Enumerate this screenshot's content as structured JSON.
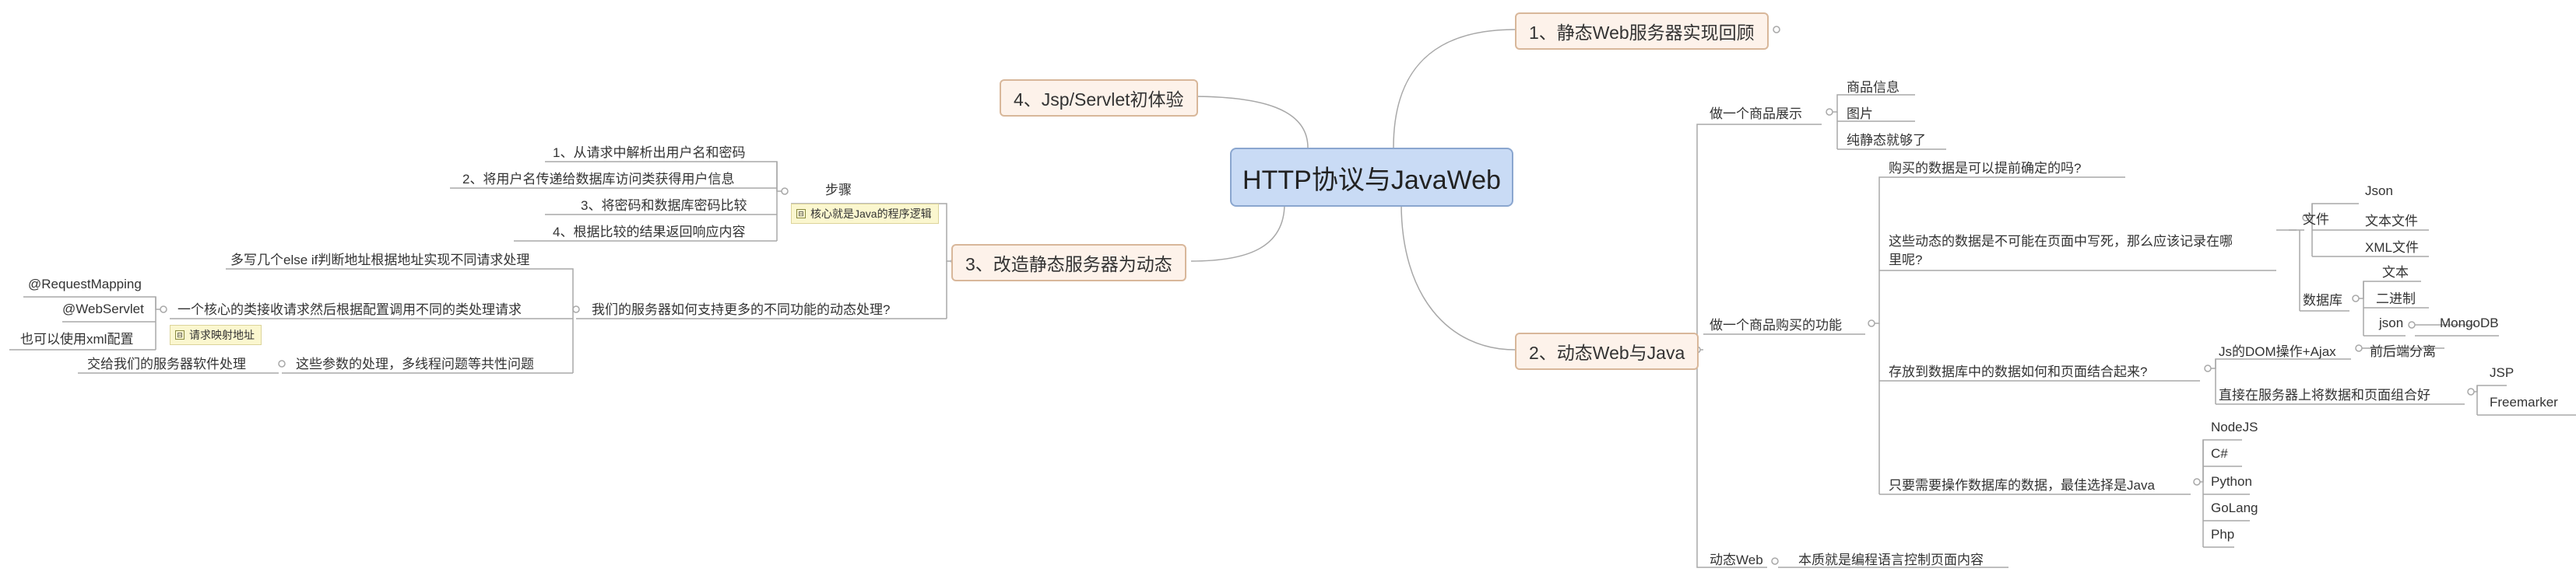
{
  "root": "HTTP协议与JavaWeb",
  "branch1": {
    "title": "1、静态Web服务器实现回顾"
  },
  "branch2": {
    "title": "2、动态Web与Java",
    "show": {
      "label": "做一个商品展示",
      "items": [
        "商品信息",
        "图片",
        "纯静态就够了"
      ]
    },
    "buy": {
      "label": "做一个商品购买的功能",
      "q1": "购买的数据是可以提前确定的吗?",
      "q2": {
        "line1": "这些动态的数据是不可能在页面中写死，那么应该记录在哪",
        "line2": "里呢?",
        "file": {
          "label": "文件",
          "items": [
            "Json",
            "文本文件",
            "XML文件"
          ]
        },
        "db": {
          "label": "数据库",
          "items": [
            "文本",
            "二进制",
            "json"
          ],
          "json_child": "MongoDB"
        }
      },
      "q3": {
        "label": "存放到数据库中的数据如何和页面结合起来?",
        "js": "Js的DOM操作+Ajax",
        "js_child": "前后端分离",
        "direct": "直接在服务器上将数据和页面组合好",
        "direct_items": [
          "JSP",
          "Freemarker"
        ]
      },
      "q4": {
        "label": "只要需要操作数据库的数据，最佳选择是Java",
        "items": [
          "NodeJS",
          "C#",
          "Python",
          "GoLang",
          "Php"
        ]
      }
    },
    "dynamic": {
      "label": "动态Web",
      "child": "本质就是编程语言控制页面内容"
    }
  },
  "branch3": {
    "title": "3、改造静态服务器为动态",
    "steps": {
      "label": "步骤",
      "note": "核心就是Java的程序逻辑",
      "items": [
        "1、从请求中解析出用户名和密码",
        "2、将用户名传递给数据库访问类获得用户信息",
        "3、将密码和数据库密码比较",
        "4、根据比较的结果返回响应内容"
      ]
    },
    "support": {
      "label": "我们的服务器如何支持更多的不同功能的动态处理?",
      "more": "多写几个else if判断地址根据地址实现不同请求处理",
      "core": {
        "label": "一个核心的类接收请求然后根据配置调用不同的类处理请求",
        "note": "请求映射地址",
        "items": [
          "@RequestMapping",
          "@WebServlet",
          "也可以使用xml配置"
        ]
      },
      "params": {
        "label": "这些参数的处理，多线程问题等共性问题",
        "child": "交给我们的服务器软件处理"
      }
    }
  },
  "branch4": {
    "title": "4、Jsp/Servlet初体验"
  },
  "colors": {
    "line": "#a8a8a8",
    "root_fill": "#c9dbf5",
    "main_fill": "#fdf2ea",
    "note_fill": "#fbf7cf"
  }
}
